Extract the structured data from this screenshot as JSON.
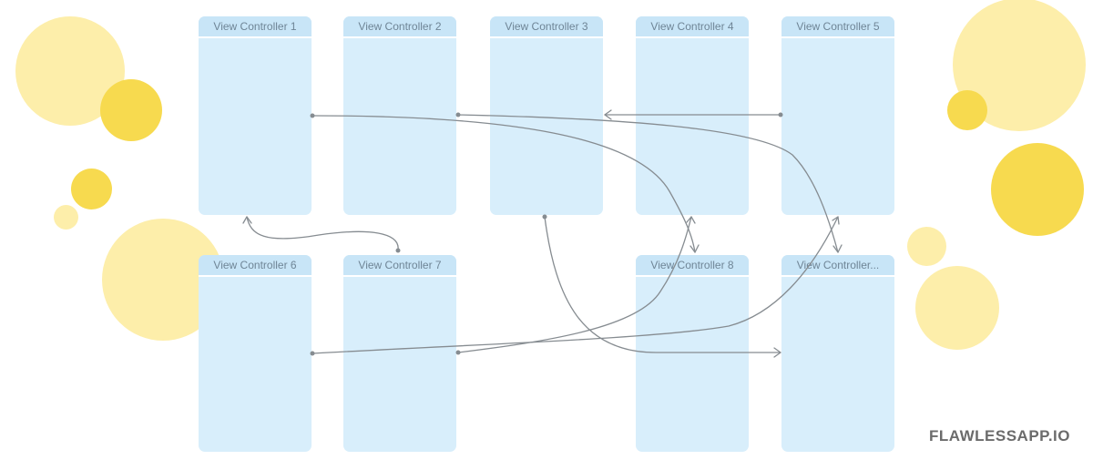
{
  "view_controllers": [
    {
      "label": "View Controller 1"
    },
    {
      "label": "View Controller 2"
    },
    {
      "label": "View Controller 3"
    },
    {
      "label": "View Controller 4"
    },
    {
      "label": "View Controller 5"
    },
    {
      "label": "View Controller 6"
    },
    {
      "label": "View Controller 7"
    },
    {
      "label": "View Controller 8"
    },
    {
      "label": "View Controller..."
    }
  ],
  "brand": {
    "text": "FLAWLESSAPP.IO"
  },
  "colors": {
    "card_body": "#d8eefb",
    "card_header": "#c8e5f7",
    "header_text": "#6f8596",
    "connector": "#868c91",
    "circle_light": "#fdeeaa",
    "circle_dark": "#f7da4f",
    "brand_text": "#6b6b6b"
  }
}
